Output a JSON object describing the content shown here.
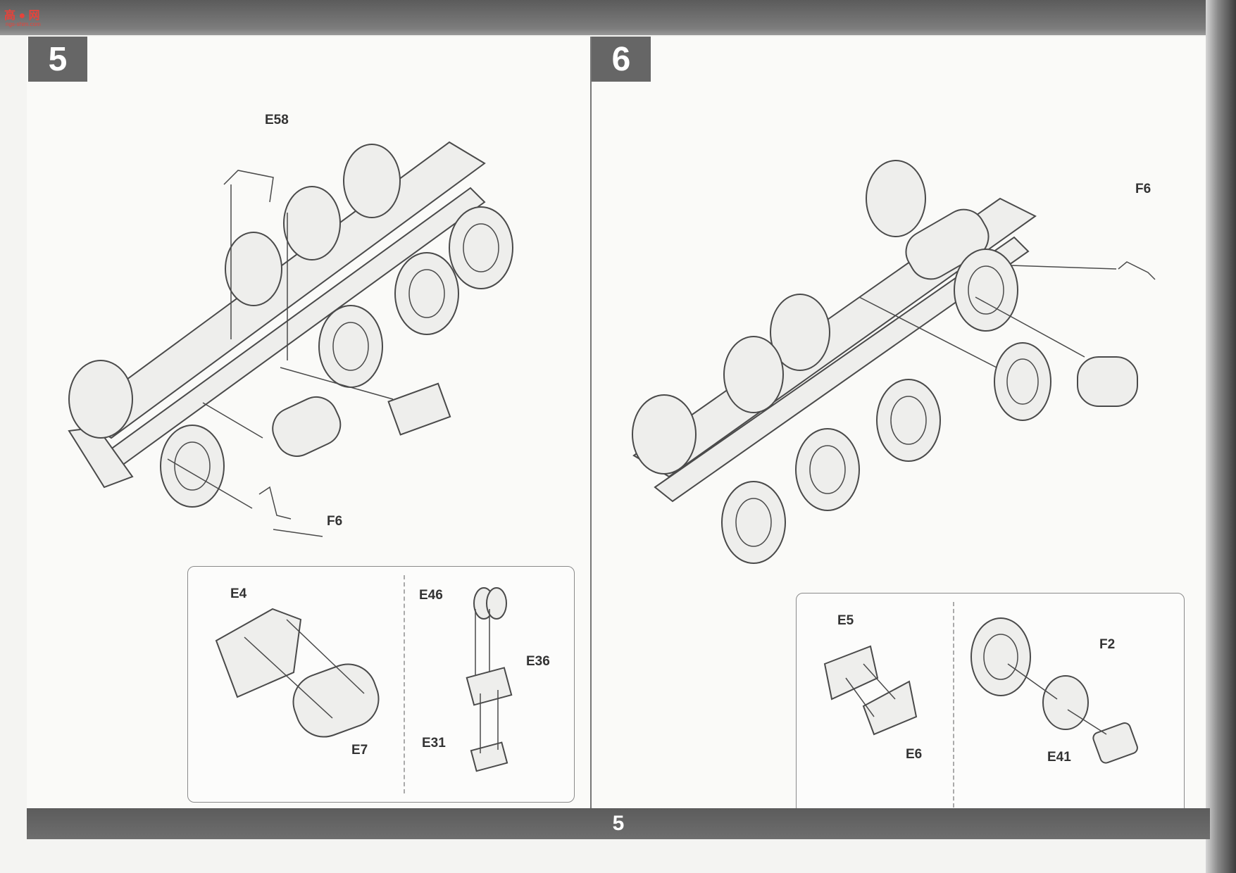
{
  "page_number": "5",
  "steps": [
    {
      "number": "5",
      "main_labels": [
        "E58",
        "F6"
      ],
      "inset_left_labels": [
        "E4",
        "E7"
      ],
      "inset_right_labels": [
        "E46",
        "E36",
        "E31"
      ]
    },
    {
      "number": "6",
      "main_labels": [
        "F6"
      ],
      "inset_left_labels": [
        "E5",
        "E6"
      ],
      "inset_right_labels": [
        "F2",
        "E41"
      ]
    }
  ],
  "colors": {
    "band": "#666666",
    "line": "#4a4a4a",
    "part": "#eeeeec"
  }
}
